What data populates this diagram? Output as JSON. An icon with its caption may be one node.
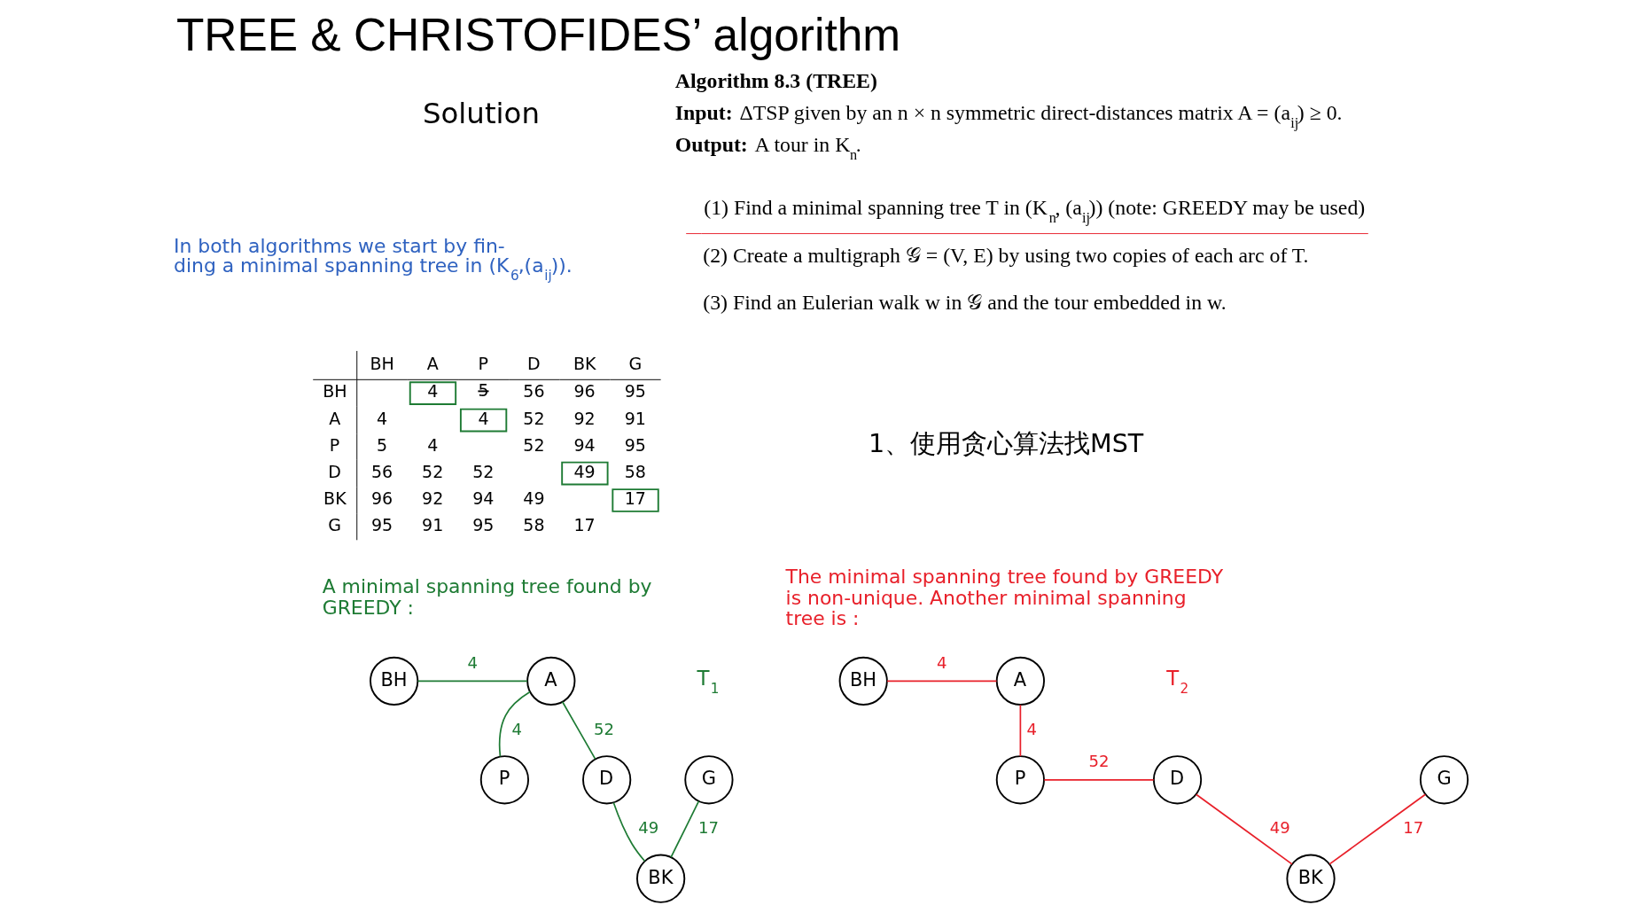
{
  "diagram": {
    "title": "TREE & CHRISTOFIDES’ algorithm",
    "nodes": [
      {
        "text": [
          "BH"
        ]
      },
      {
        "text": [
          "A"
        ]
      },
      {
        "text": [
          "P"
        ]
      },
      {
        "text": [
          "D"
        ]
      },
      {
        "text": [
          "BK"
        ]
      },
      {
        "text": [
          "G"
        ]
      },
      {
        "text": [
          "BH"
        ]
      },
      {
        "text": [
          "A"
        ]
      },
      {
        "text": [
          "P"
        ]
      },
      {
        "text": [
          "D"
        ]
      },
      {
        "text": [
          "BK"
        ]
      },
      {
        "text": [
          "G"
        ]
      }
    ],
    "edges": [
      {
        "from": 0,
        "to": 1,
        "arrow": "none",
        "label": "4",
        "color": "#1e7b34"
      },
      {
        "from": 1,
        "to": 2,
        "arrow": "none",
        "label": "4",
        "color": "#1e7b34"
      },
      {
        "from": 1,
        "to": 3,
        "arrow": "none",
        "label": "52",
        "color": "#1e7b34"
      },
      {
        "from": 3,
        "to": 4,
        "arrow": "none",
        "label": "49",
        "color": "#1e7b34"
      },
      {
        "from": 5,
        "to": 4,
        "arrow": "none",
        "label": "17",
        "color": "#1e7b34"
      },
      {
        "from": 6,
        "to": 7,
        "arrow": "none",
        "label": "4",
        "color": "#e8202a"
      },
      {
        "from": 7,
        "to": 8,
        "arrow": "none",
        "label": "4",
        "color": "#e8202a"
      },
      {
        "from": 8,
        "to": 9,
        "arrow": "none",
        "label": "52",
        "color": "#e8202a"
      },
      {
        "from": 9,
        "to": 10,
        "arrow": "none",
        "label": "49",
        "color": "#e8202a"
      },
      {
        "from": 11,
        "to": 10,
        "arrow": "none",
        "label": "17",
        "color": "#e8202a"
      }
    ],
    "labels": [
      "Solution",
      "In both algorithms we start by fin- ding a minimal spanning tree in (K$_{6}$,(a$_{ij}$)).",
      "BH",
      "A",
      "P",
      "D",
      "BK",
      "G",
      "BH",
      "4",
      "5",
      "56",
      "96",
      "95",
      "A",
      "4",
      "4",
      "52",
      "92",
      "91",
      "P",
      "5",
      "4",
      "52",
      "94",
      "95",
      "D",
      "56",
      "52",
      "52",
      "49",
      "58",
      "BK",
      "96",
      "92",
      "94",
      "49",
      "17",
      "G",
      "95",
      "91",
      "95",
      "58",
      "17",
      "A minimal spanning tree found by GREEDY :",
      "T$_{1}$",
      "Algorithm 8.3 (TREE)",
      "**Input:** ΔTSP given by an n × n symmetric direct-distances matrix A = (a$_{ij}$) ≥ 0.",
      "**Output:** A tour in K$_{n}$.",
      "(1) Find a minimal spanning tree T in (K$_{n}$, (a$_{ij}$)) (note: GREEDY may be used)",
      "(2) Create a multigraph 𝒢 = (V, E) by using two copies of each arc of T.",
      "(3) Find an Eulerian walk w in 𝒢 and the tour embedded in w.",
      "1、使用贪心算法找MST",
      "The minimal spanning tree found by GREEDY is non-unique. Another minimal spanning tree is :",
      "T$_{2}$"
    ]
  }
}
